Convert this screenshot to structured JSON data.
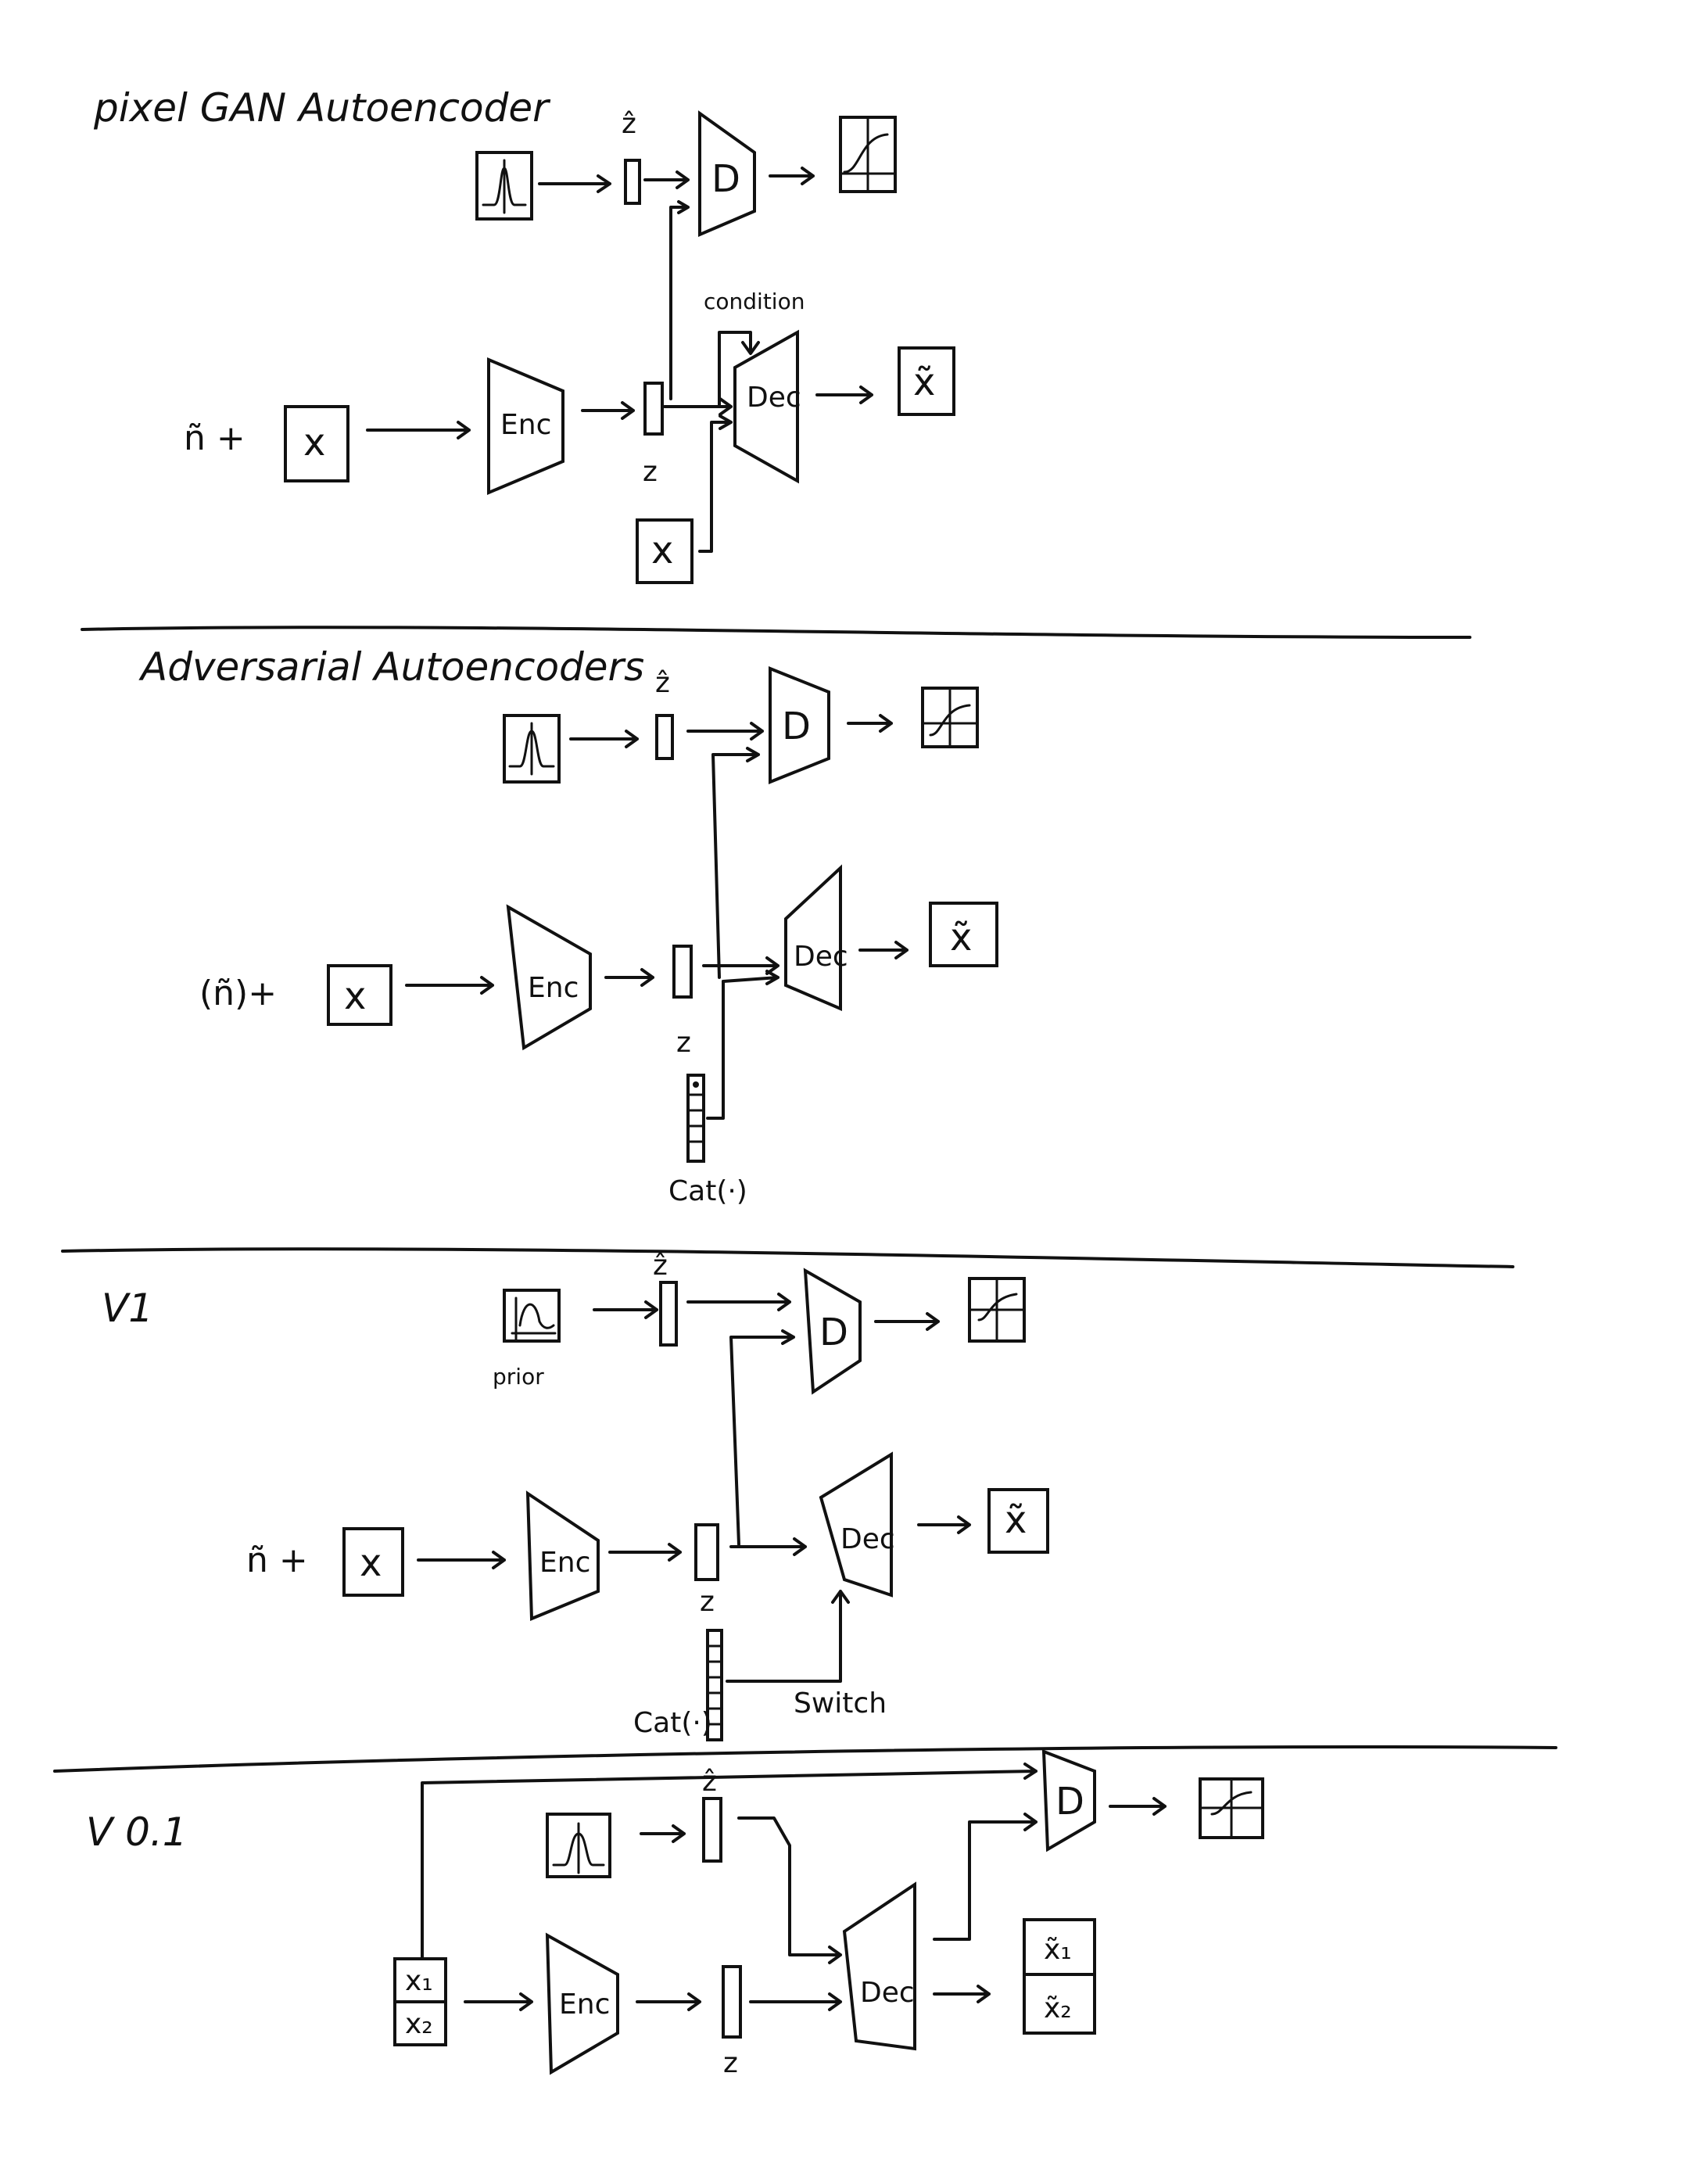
{
  "sections": {
    "pixel_gan": {
      "title": "pixel GAN Autoencoder",
      "z_hat": "ẑ",
      "disc": "D",
      "noise": "ñ +",
      "input": "x",
      "enc": "Enc",
      "z": "z",
      "condition": "condition",
      "dec": "Dec",
      "output": "x̃",
      "cond_input": "x"
    },
    "adversarial_ae": {
      "title": "Adversarial Autoencoders",
      "z_hat": "ẑ",
      "disc": "D",
      "noise": "(ñ)+",
      "input": "x",
      "enc": "Enc",
      "z": "z",
      "dec": "Dec",
      "output": "x̃",
      "cat": "Cat(·)"
    },
    "v1": {
      "title": "V1",
      "z_hat": "ẑ",
      "prior": "prior",
      "disc": "D",
      "noise": "ñ +",
      "input": "x",
      "enc": "Enc",
      "z": "z",
      "dec": "Dec",
      "output": "x̃",
      "cat": "Cat(·)",
      "switch": "Switch"
    },
    "v01": {
      "title": "V 0.1",
      "z_hat": "ẑ",
      "disc": "D",
      "input_top": "x₁",
      "input_bottom": "x₂",
      "enc": "Enc",
      "z": "z",
      "dec": "Dec",
      "output_top": "x̃₁",
      "output_bottom": "x̃₂"
    }
  }
}
